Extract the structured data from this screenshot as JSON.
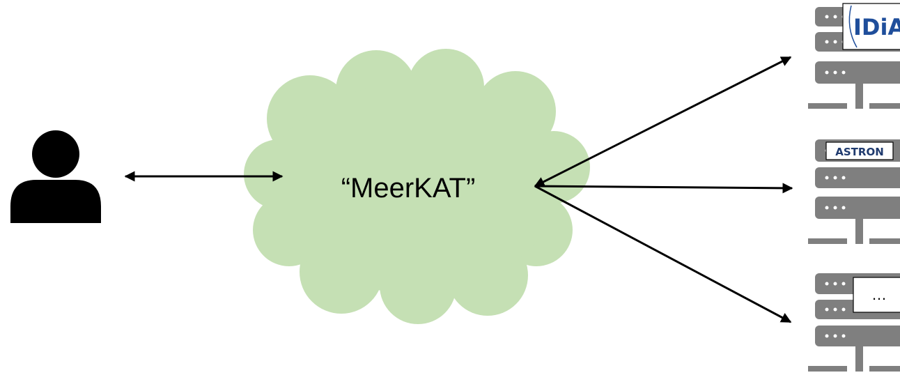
{
  "cloud": {
    "label": "“MeerKAT”"
  },
  "servers": [
    {
      "logo_text": "IDiA"
    },
    {
      "logo_text": "ASTRON"
    },
    {
      "logo_text": "…"
    }
  ],
  "colors": {
    "cloud_fill": "#c5e0b4",
    "server_gray": "#7f7f7f",
    "arrow": "#000000",
    "user_icon": "#000000",
    "idia_blue": "#1f4e9b",
    "astron_navy": "#1f3a6e"
  },
  "icons": {
    "user": "person-icon",
    "server": "server-rack-icon"
  }
}
